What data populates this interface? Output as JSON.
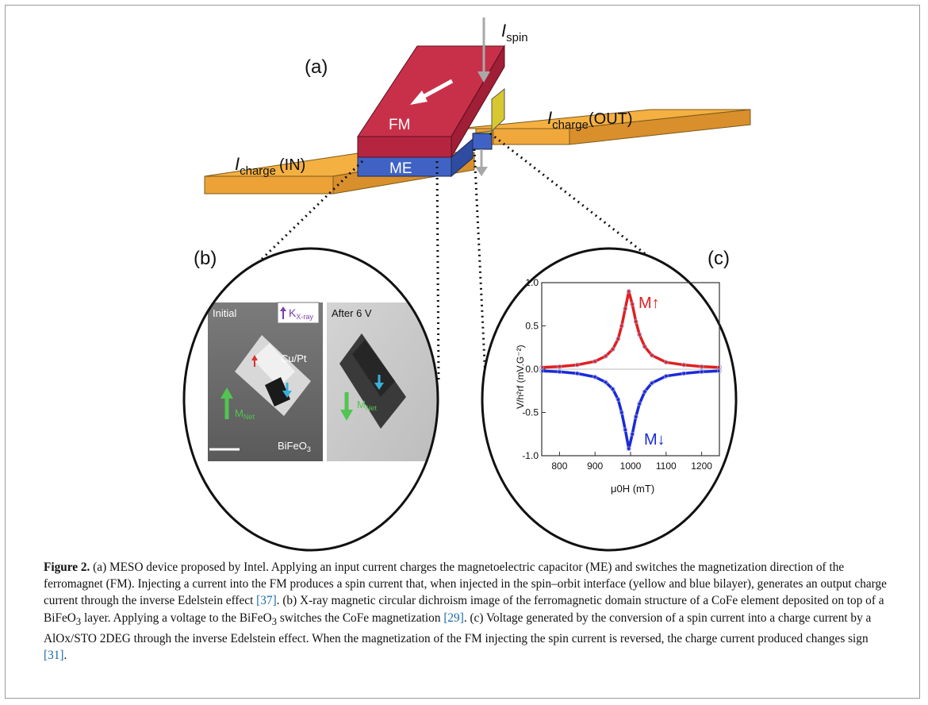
{
  "figure": {
    "panel_a": {
      "label": "(a)",
      "fm_label": "FM",
      "me_label": "ME",
      "i_spin_symbol": "I",
      "i_spin_sub": "spin",
      "i_charge_in_symbol": "I",
      "i_charge_in_sub": "charge",
      "i_charge_in_suffix": "(IN)",
      "i_charge_out_symbol": "I",
      "i_charge_out_sub": "charge",
      "i_charge_out_suffix": "(OUT)"
    },
    "panel_b": {
      "label": "(b)",
      "left_title": "Initial",
      "right_title": "After 6 V",
      "kxray_main": "K",
      "kxray_sub": "X-ray",
      "cupt_label": "Cu/Pt",
      "bifeo_label": "BiFeO",
      "bifeo_sub": "3",
      "mnet_main": "M",
      "mnet_sub": "Net"
    },
    "panel_c": {
      "label": "(c)",
      "m_up": "M↑",
      "m_down": "M↓",
      "ylabel": "V/h²rf (mV.G⁻²)",
      "xlabel": "μ0H (mT)"
    },
    "colors": {
      "fm_red": "#c8304a",
      "me_blue": "#3f62c4",
      "charge_orange": "#f5b042",
      "interface_yellow": "#e0d23a",
      "curve_red": "#e02020",
      "curve_blue": "#1a2ad8"
    }
  },
  "chart_data": {
    "type": "line",
    "title": "",
    "xlabel": "μ0H (mT)",
    "ylabel": "V/h²rf (mV.G⁻²)",
    "xlim": [
      750,
      1250
    ],
    "ylim": [
      -1.0,
      1.0
    ],
    "xticks": [
      "800",
      "900",
      "1000",
      "1100",
      "1200"
    ],
    "yticks": [
      "1.0",
      "0.5",
      "0.0",
      "-0.5",
      "-1.0"
    ],
    "series": [
      {
        "name": "M↑",
        "x": [
          750,
          800,
          850,
          900,
          930,
          950,
          965,
          975,
          985,
          995,
          1005,
          1015,
          1025,
          1040,
          1060,
          1100,
          1150,
          1200,
          1250
        ],
        "values": [
          0.02,
          0.03,
          0.05,
          0.09,
          0.15,
          0.23,
          0.35,
          0.5,
          0.7,
          0.9,
          0.75,
          0.55,
          0.4,
          0.26,
          0.16,
          0.08,
          0.05,
          0.03,
          0.02
        ]
      },
      {
        "name": "M↓",
        "x": [
          750,
          800,
          850,
          900,
          930,
          950,
          965,
          975,
          985,
          995,
          1005,
          1015,
          1025,
          1040,
          1060,
          1100,
          1150,
          1200,
          1250
        ],
        "values": [
          -0.02,
          -0.03,
          -0.05,
          -0.09,
          -0.15,
          -0.23,
          -0.35,
          -0.5,
          -0.7,
          -0.92,
          -0.75,
          -0.55,
          -0.4,
          -0.26,
          -0.16,
          -0.08,
          -0.05,
          -0.03,
          -0.02
        ]
      }
    ]
  },
  "caption": {
    "label": "Figure 2.",
    "part1": " (a) MESO device proposed by Intel. Applying an input current charges the magnetoelectric capacitor (ME) and switches the magnetization direction of the ferromagnet (FM). Injecting a current into the FM produces a spin current that, when injected in the spin–orbit interface (yellow and blue bilayer), generates an output charge current through the inverse Edelstein effect ",
    "ref1": "[37]",
    "part2": ". (b) X-ray magnetic circular dichroism image of the ferromagnetic domain structure of a CoFe element deposited on top of a BiFeO",
    "sub1": "3",
    "part3": " layer. Applying a voltage to the BiFeO",
    "sub2": "3",
    "part4": " switches the CoFe magnetization ",
    "ref2": "[29]",
    "part5": ". (c) Voltage generated by the conversion of a spin current into a charge current by a AlOx/STO 2DEG through the inverse Edelstein effect. When the magnetization of the FM injecting the spin current is reversed, the charge current produced changes sign ",
    "ref3": "[31]",
    "part6": "."
  }
}
